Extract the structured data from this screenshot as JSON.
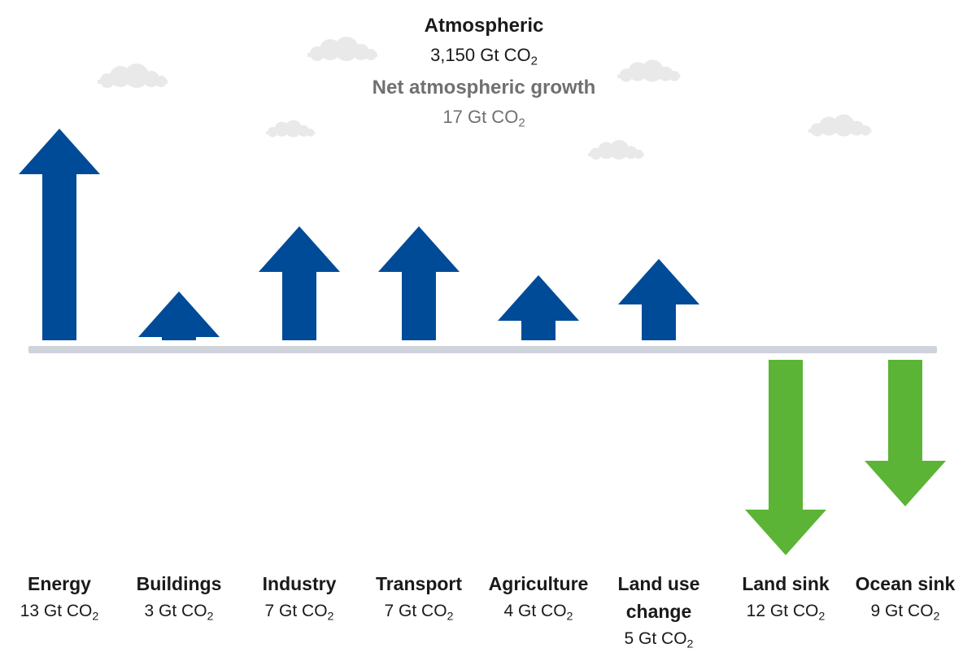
{
  "header": {
    "atmospheric": {
      "title": "Atmospheric",
      "amount": "3,150",
      "unit": "Gt CO",
      "subscript": "2"
    },
    "growth": {
      "title": "Net atmospheric growth",
      "amount": "17",
      "unit": "Gt CO",
      "subscript": "2"
    }
  },
  "colors": {
    "emission": "#004b97",
    "sink": "#5bb435",
    "baseline": "#cfd3db",
    "cloud": "#e9e9ea",
    "text": "#1a1a1a",
    "muted": "#707070"
  },
  "icons": [
    "cloud-icon"
  ],
  "fluxes": [
    {
      "id": "energy",
      "name": "Energy",
      "name2": "",
      "value": 13,
      "valueText": "13 Gt CO",
      "subscript": "2",
      "direction": "up"
    },
    {
      "id": "buildings",
      "name": "Buildings",
      "name2": "",
      "value": 3,
      "valueText": "3 Gt CO",
      "subscript": "2",
      "direction": "up"
    },
    {
      "id": "industry",
      "name": "Industry",
      "name2": "",
      "value": 7,
      "valueText": "7 Gt CO",
      "subscript": "2",
      "direction": "up"
    },
    {
      "id": "transport",
      "name": "Transport",
      "name2": "",
      "value": 7,
      "valueText": "7 Gt CO",
      "subscript": "2",
      "direction": "up"
    },
    {
      "id": "agriculture",
      "name": "Agriculture",
      "name2": "",
      "value": 4,
      "valueText": "4 Gt CO",
      "subscript": "2",
      "direction": "up"
    },
    {
      "id": "land-use-change",
      "name": "Land use",
      "name2": "change",
      "value": 5,
      "valueText": "5 Gt CO",
      "subscript": "2",
      "direction": "up"
    },
    {
      "id": "land-sink",
      "name": "Land sink",
      "name2": "",
      "value": 12,
      "valueText": "12 Gt CO",
      "subscript": "2",
      "direction": "down"
    },
    {
      "id": "ocean-sink",
      "name": "Ocean sink",
      "name2": "",
      "value": 9,
      "valueText": "9 Gt CO",
      "subscript": "2",
      "direction": "down"
    }
  ]
}
